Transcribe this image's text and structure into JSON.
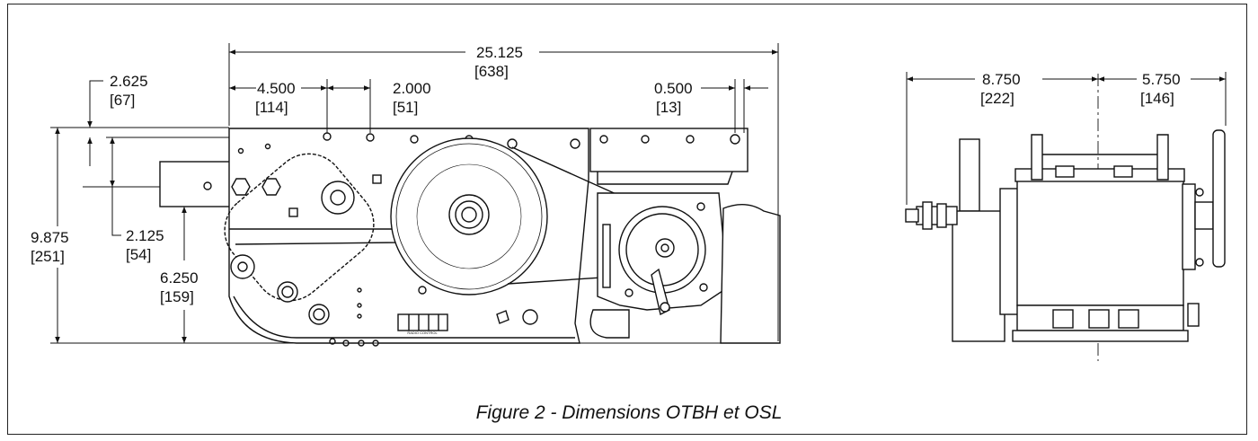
{
  "caption": "Figure 2 - Dimensions OTBH et OSL",
  "dimensions": {
    "overall_length": {
      "value": "25.125",
      "metric": "[638]"
    },
    "offset_top": {
      "value": "2.625",
      "metric": "[67]"
    },
    "first_hole": {
      "value": "4.500",
      "metric": "[114]"
    },
    "hole_spacing": {
      "value": "2.000",
      "metric": "[51]"
    },
    "end_offset": {
      "value": "0.500",
      "metric": "[13]"
    },
    "overall_height": {
      "value": "9.875",
      "metric": "[251]"
    },
    "rail_offset": {
      "value": "2.125",
      "metric": "[54]"
    },
    "rail_height": {
      "value": "6.250",
      "metric": "[159]"
    },
    "side_left": {
      "value": "8.750",
      "metric": "[222]"
    },
    "side_right": {
      "value": "5.750",
      "metric": "[146]"
    }
  },
  "labels": {
    "radio_control": "RADIO CONTROL"
  }
}
